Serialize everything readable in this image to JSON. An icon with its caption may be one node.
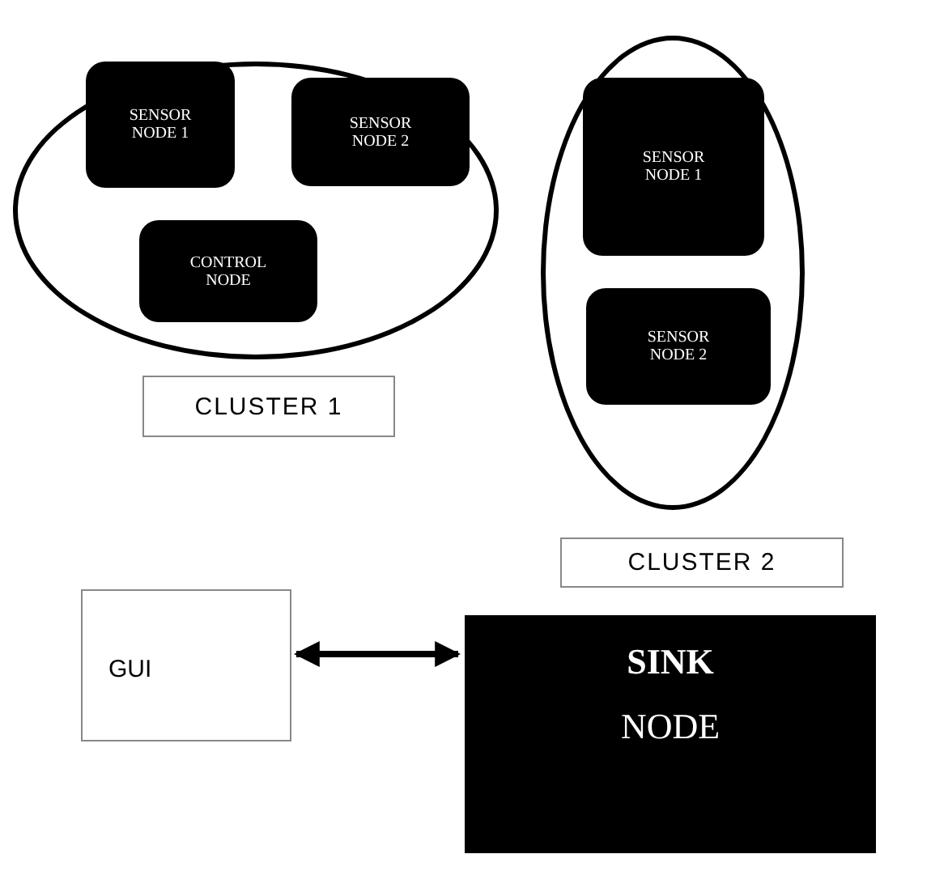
{
  "diagram": {
    "nodes": [
      {
        "text": [],
        "shape": "ellipse"
      },
      {
        "text": [
          "SENSOR NODE 1"
        ],
        "in": 0
      },
      {
        "text": [
          "SENSOR NODE 2"
        ],
        "in": 0
      },
      {
        "text": [
          "CONTROL NODE"
        ],
        "in": 0
      },
      {
        "text": [
          "CLUSTER 1"
        ]
      },
      {
        "text": [],
        "shape": "ellipse"
      },
      {
        "text": [
          "SENSOR NODE 1"
        ],
        "in": 5
      },
      {
        "text": [
          "SENSOR NODE 2"
        ],
        "in": 5
      },
      {
        "text": [
          "CLUSTER 2"
        ]
      },
      {
        "text": [
          "GUI"
        ]
      },
      {
        "text": [
          "SINK",
          "NODE"
        ]
      }
    ],
    "edges": [
      {
        "from": 9,
        "to": 10,
        "arrow": "both"
      }
    ]
  }
}
